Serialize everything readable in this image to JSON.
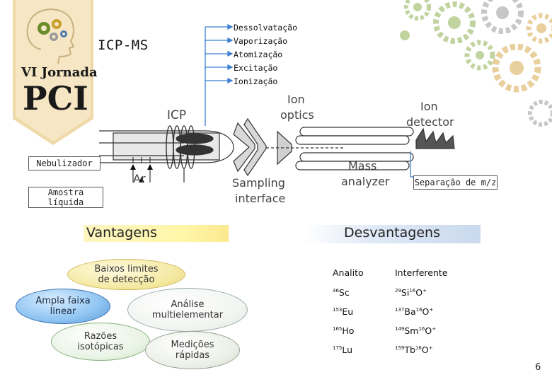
{
  "banner": {
    "line1": "VI Jornada",
    "line2": "PCI"
  },
  "title": "ICP-MS",
  "process_steps": [
    "Dessolvatação",
    "Vaporização",
    "Atomização",
    "Excitação",
    "Ionização"
  ],
  "schematic": {
    "icp": "ICP",
    "ion_optics": [
      "Ion",
      "optics"
    ],
    "ion_detector": [
      "Ion",
      "detector"
    ],
    "mass_analyzer": [
      "Mass",
      "analyzer"
    ],
    "sampling_interface": [
      "Sampling",
      "interface"
    ],
    "ar": "Ar"
  },
  "labels": {
    "nebulizador": "Nebulizador",
    "amostra": [
      "Amostra",
      "líquida"
    ],
    "separacao": "Separação de m/z"
  },
  "vantagens": {
    "heading": "Vantagens",
    "items": [
      [
        "Baixos limites",
        "de detecção"
      ],
      [
        "Ampla faixa",
        "linear"
      ],
      [
        "Análise",
        "multielementar"
      ],
      [
        "Razões",
        "isotópicas"
      ],
      [
        "Medições",
        "rápidas"
      ]
    ]
  },
  "desvantagens": {
    "heading": "Desvantagens",
    "columns": [
      "Analito",
      "Interferente"
    ],
    "rows": [
      {
        "analito": [
          [
            "46",
            "Sc"
          ]
        ],
        "interferente": [
          [
            "29",
            "Si"
          ],
          [
            "16",
            "O"
          ],
          [
            "",
            "+"
          ]
        ]
      },
      {
        "analito": [
          [
            "153",
            "Eu"
          ]
        ],
        "interferente": [
          [
            "137",
            "Ba"
          ],
          [
            "16",
            "O"
          ],
          [
            "",
            "+"
          ]
        ]
      },
      {
        "analito": [
          [
            "165",
            "Ho"
          ]
        ],
        "interferente": [
          [
            "149",
            "Sm"
          ],
          [
            "16",
            "O"
          ],
          [
            "",
            "+"
          ]
        ]
      },
      {
        "analito": [
          [
            "175",
            "Lu"
          ]
        ],
        "interferente": [
          [
            "159",
            "Tb"
          ],
          [
            "16",
            "O"
          ],
          [
            "",
            "+"
          ]
        ]
      }
    ]
  },
  "page_number": "6"
}
